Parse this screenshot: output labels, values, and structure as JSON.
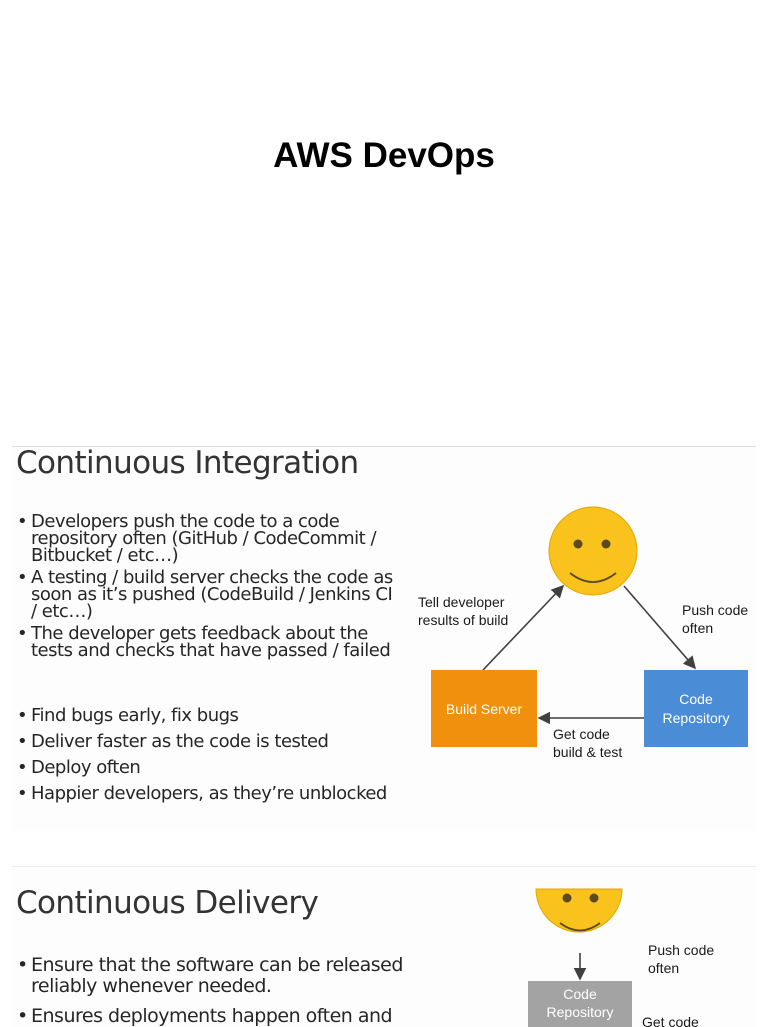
{
  "document": {
    "title": "AWS DevOps"
  },
  "slide1": {
    "heading": "Continuous Integration",
    "bullets_a": [
      "Developers push the code to a code repository often (GitHub / CodeCommit / Bitbucket / etc…)",
      "A testing / build server checks the code as soon as it’s pushed (CodeBuild / Jenkins CI / etc…)",
      "The developer gets feedback about the tests and checks that have passed / failed"
    ],
    "bullets_b": [
      "Find bugs early, fix bugs",
      "Deliver faster as the code is tested",
      "Deploy often",
      "Happier developers, as they’re unblocked"
    ],
    "diagram": {
      "build_server": "Build Server",
      "code_repo_line1": "Code",
      "code_repo_line2": "Repository",
      "tell_line1": "Tell developer",
      "tell_line2": "results of build",
      "push_line1": "Push code",
      "push_line2": "often",
      "get_line1": "Get code",
      "get_line2": "build & test",
      "colors": {
        "face": "#f9c21c",
        "build": "#f0900c",
        "repo": "#4a8dd6"
      }
    }
  },
  "slide2": {
    "heading": "Continuous Delivery",
    "bullets": [
      "Ensure that the software can be released reliably whenever needed.",
      "Ensures deployments happen often and"
    ],
    "diagram": {
      "push_line1": "Push code",
      "push_line2": "often",
      "code_repo_line1": "Code",
      "code_repo_line2": "Repository",
      "get_partial": "Get code",
      "colors": {
        "face": "#f9c21c",
        "repo": "#a3a3a3"
      }
    }
  }
}
